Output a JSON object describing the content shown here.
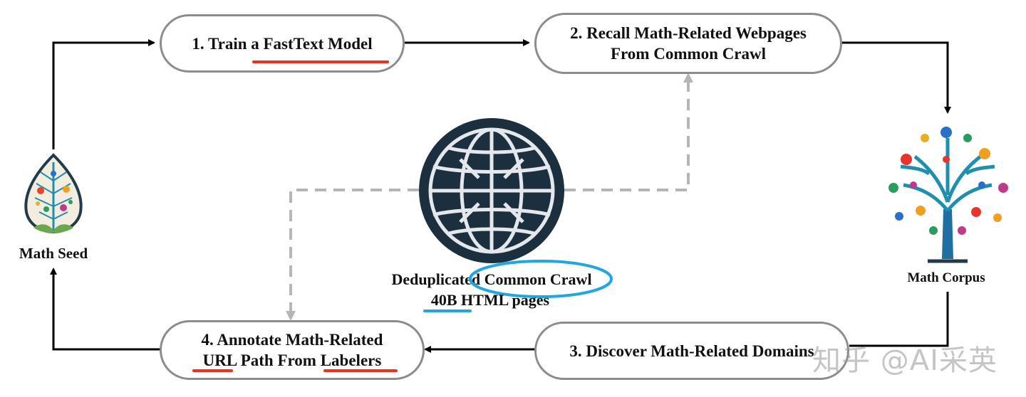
{
  "steps": {
    "step1": "1. Train a FastText Model",
    "step2_line1": "2. Recall Math-Related Webpages",
    "step2_line2": "From Common Crawl",
    "step3": "3. Discover Math-Related Domains",
    "step4_line1": "4. Annotate Math-Related",
    "step4_line2_a": "URL",
    "step4_line2_b": " Path From ",
    "step4_line2_c": "Labelers"
  },
  "labels": {
    "math_seed": "Math Seed",
    "math_corpus": "Math Corpus",
    "cc_line1_a": "Deduplicated ",
    "cc_line1_b": "Common Crawl",
    "cc_line2_a": "40B",
    "cc_line2_b": " HTML pages"
  },
  "watermark": "知乎 @AI采英",
  "colors": {
    "arrow": "#000000",
    "dashed": "#b5b5b5",
    "box_border": "#8c8c8c",
    "red_underline": "#e8341c",
    "blue_highlight": "#1fa8e0",
    "globe_dark": "#1c2f3f"
  },
  "icons": {
    "math_seed": "leaf-icon",
    "math_corpus": "math-tree-icon",
    "common_crawl": "globe-icon"
  }
}
